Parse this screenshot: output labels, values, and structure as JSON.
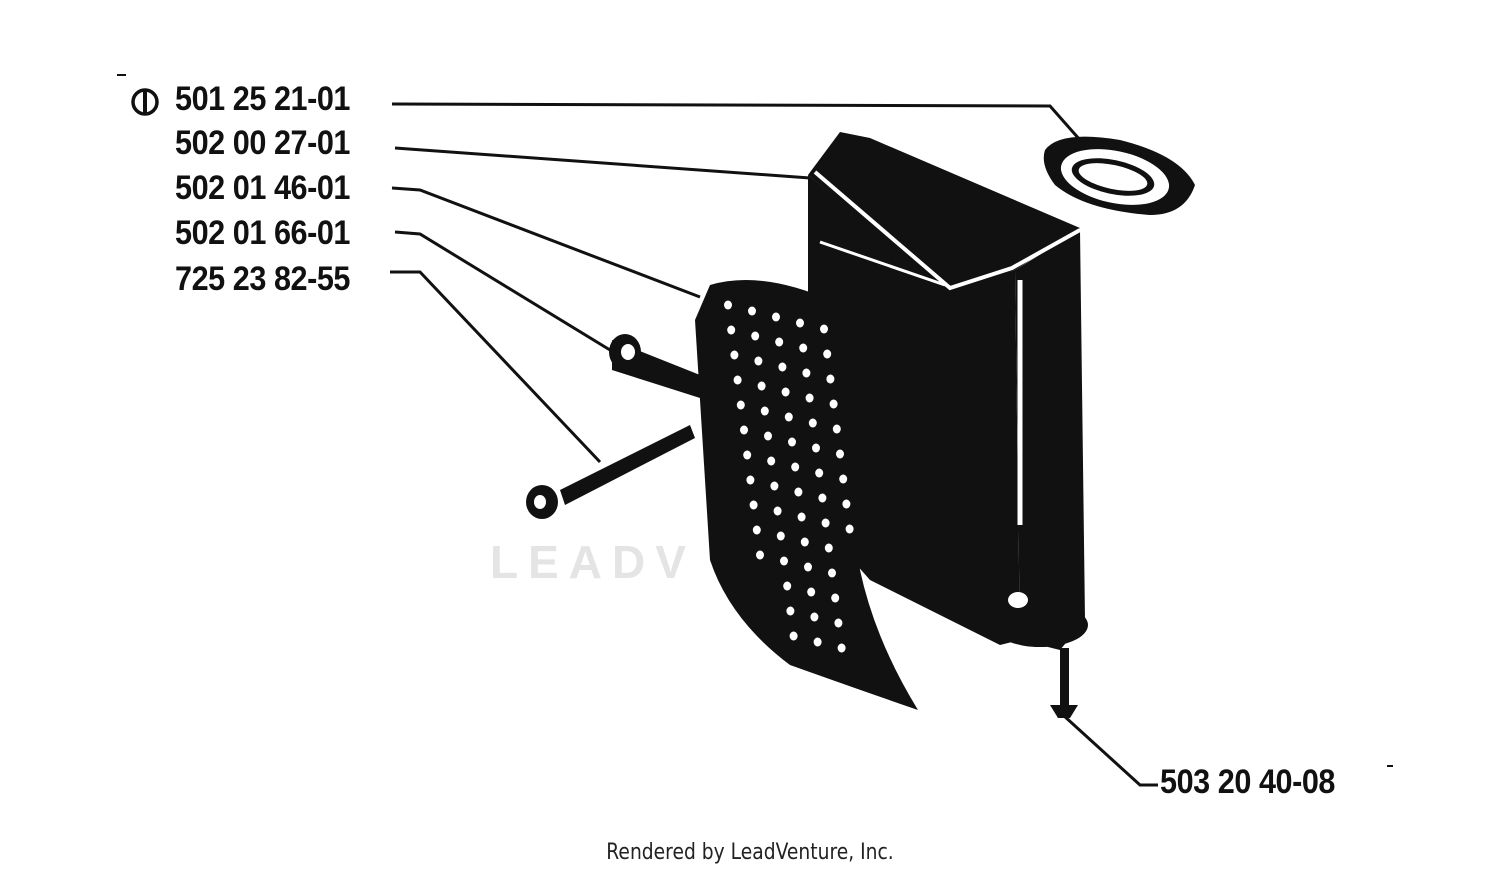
{
  "parts": [
    {
      "id": "p1",
      "number": "501 25 21-01",
      "marker": "circle-i-icon"
    },
    {
      "id": "p2",
      "number": "502 00 27-01"
    },
    {
      "id": "p3",
      "number": "502 01 46-01"
    },
    {
      "id": "p4",
      "number": "502 01 66-01"
    },
    {
      "id": "p5",
      "number": "725 23 82-55"
    },
    {
      "id": "p6",
      "number": "503 20 40-08"
    }
  ],
  "watermark": "LEADV",
  "footer": "Rendered by LeadVenture, Inc.",
  "colors": {
    "ink": "#111111",
    "watermark": "#e4e4e4",
    "background": "#ffffff"
  }
}
